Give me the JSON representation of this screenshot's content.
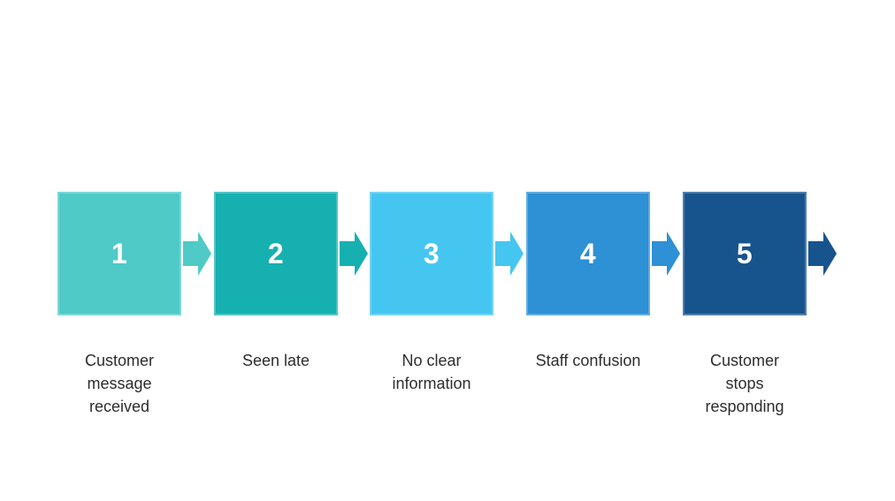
{
  "diagram": {
    "type": "process-flow",
    "background": "#ffffff",
    "number_text_color": "#ffffff",
    "label_text_color": "#2d2d2d",
    "steps": [
      {
        "number": "1",
        "label": "Customer\nmessage\nreceived",
        "color": "#4FCAC7"
      },
      {
        "number": "2",
        "label": "Seen late",
        "color": "#17B0B0"
      },
      {
        "number": "3",
        "label": "No clear\ninformation",
        "color": "#45C6F0"
      },
      {
        "number": "4",
        "label": "Staff confusion",
        "color": "#2E90D5"
      },
      {
        "number": "5",
        "label": "Customer\nstops\nresponding",
        "color": "#17548E"
      }
    ]
  }
}
